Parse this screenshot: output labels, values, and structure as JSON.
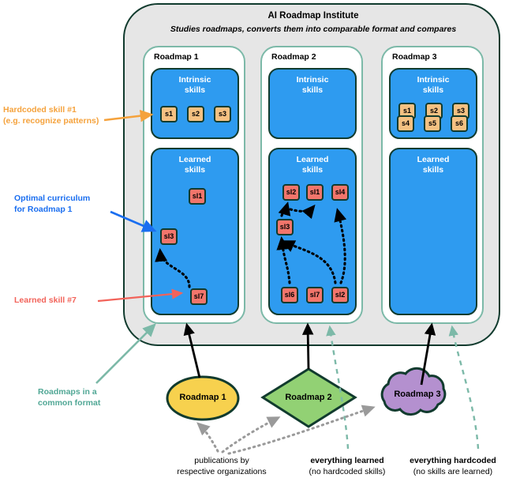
{
  "institute": {
    "title": "AI Roadmap Institute",
    "subtitle": "Studies roadmaps, converts them into comparable format and compares"
  },
  "columns": [
    {
      "title": "Roadmap 1",
      "intrinsic_label": "Intrinsic\nskills",
      "learned_label": "Learned\nskills",
      "intrinsic_skills": [
        "s1",
        "s2",
        "s3"
      ],
      "learned_skills": [
        "sl1",
        "sl3",
        "sl7"
      ]
    },
    {
      "title": "Roadmap 2",
      "intrinsic_label": "Intrinsic\nskills",
      "learned_label": "Learned\nskills",
      "intrinsic_skills": [],
      "learned_skills": [
        "sl2",
        "sl1",
        "sl4",
        "sl3",
        "sl6",
        "sl7",
        "sl2"
      ]
    },
    {
      "title": "Roadmap 3",
      "intrinsic_label": "Intrinsic\nskills",
      "learned_label": "Learned\nskills",
      "intrinsic_skills": [
        "s1",
        "s2",
        "s3",
        "s4",
        "s5",
        "s6"
      ],
      "learned_skills": []
    }
  ],
  "skill_labels": {
    "c1_intr_s1": "s1",
    "c1_intr_s2": "s2",
    "c1_intr_s3": "s3",
    "c1_lrn_sl1": "sl1",
    "c1_lrn_sl3": "sl3",
    "c1_lrn_sl7": "sl7",
    "c2_lrn_sl2_top": "sl2",
    "c2_lrn_sl1_top": "sl1",
    "c2_lrn_sl4_top": "sl4",
    "c2_lrn_sl3_mid": "sl3",
    "c2_lrn_sl6_bot": "sl6",
    "c2_lrn_sl7_bot": "sl7",
    "c2_lrn_sl2_bot": "sl2",
    "c3_intr_s1": "s1",
    "c3_intr_s2": "s2",
    "c3_intr_s3": "s3",
    "c3_intr_s4": "s4",
    "c3_intr_s5": "s5",
    "c3_intr_s6": "s6"
  },
  "labels": {
    "intrinsic_line1": "Intrinsic",
    "intrinsic_line2": "skills",
    "learned_line1": "Learned",
    "learned_line2": "skills"
  },
  "annotations": {
    "hardcoded_line1": "Hardcoded skill #1",
    "hardcoded_line2": "(e.g. recognize patterns)",
    "curriculum_line1": "Optimal curriculum",
    "curriculum_line2": "for Roadmap 1",
    "learned_skill_7": "Learned skill #7",
    "common_format_line1": "Roadmaps in a",
    "common_format_line2": "common format"
  },
  "sources": [
    {
      "name": "Roadmap 1",
      "shape": "ellipse",
      "color": "#f7d14e"
    },
    {
      "name": "Roadmap 2",
      "shape": "diamond",
      "color": "#92d174"
    },
    {
      "name": "Roadmap 3",
      "shape": "cloud",
      "color": "#b490cf"
    }
  ],
  "bottom_notes": [
    {
      "line1": "publications by",
      "line2": "respective organizations",
      "bold": false
    },
    {
      "line1": "everything learned",
      "line2": "(no hardcoded skills)",
      "bold": true
    },
    {
      "line1": "everything hardcoded",
      "line2": "(no skills are learned)",
      "bold": true
    }
  ],
  "colors": {
    "panel_bg": "#e6e6e6",
    "dark_green": "#113b2e",
    "teal": "#7cb9a8",
    "blue_box": "#2e9bf0",
    "intrinsic_chip": "#f5c182",
    "learned_chip": "#f2756b",
    "orange_note": "#f5a23c",
    "blue_note": "#1a6ef0",
    "red_note": "#f2635a",
    "teal_note": "#50a795",
    "grey_dotted": "#9a9a9a"
  }
}
